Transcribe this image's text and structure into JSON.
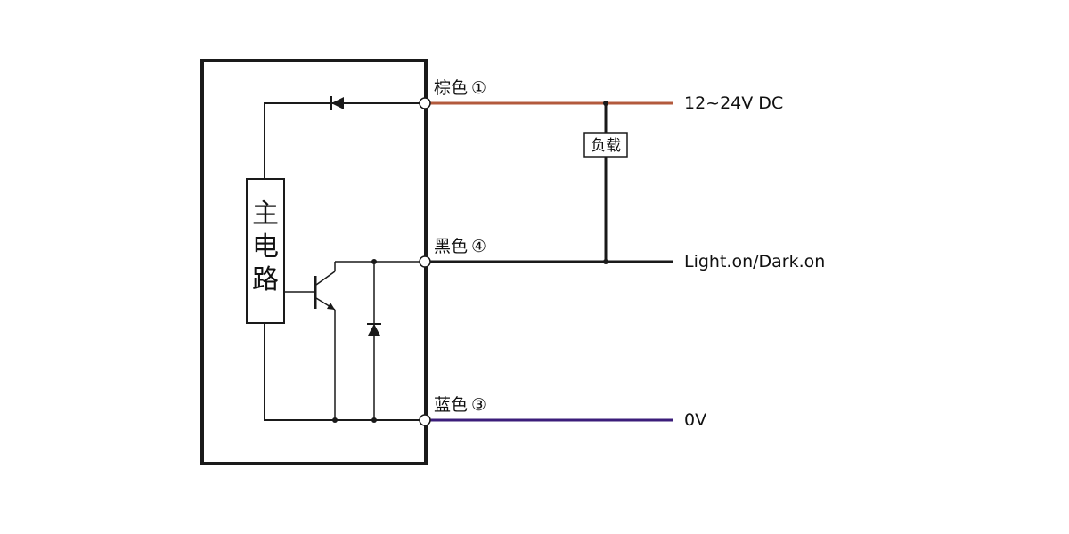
{
  "diagram": {
    "main_circuit": [
      "主",
      "电",
      "路"
    ],
    "wires": {
      "brown": {
        "label": "棕色",
        "number": "①",
        "color": "#b35a3c",
        "terminal": "12~24V DC"
      },
      "black": {
        "label": "黑色",
        "number": "④",
        "color": "#1a1a1a",
        "terminal": "Light.on/Dark.on"
      },
      "blue": {
        "label": "蓝色",
        "number": "③",
        "color": "#3b1d7a",
        "terminal": "0V"
      }
    },
    "load_label": "负载"
  }
}
